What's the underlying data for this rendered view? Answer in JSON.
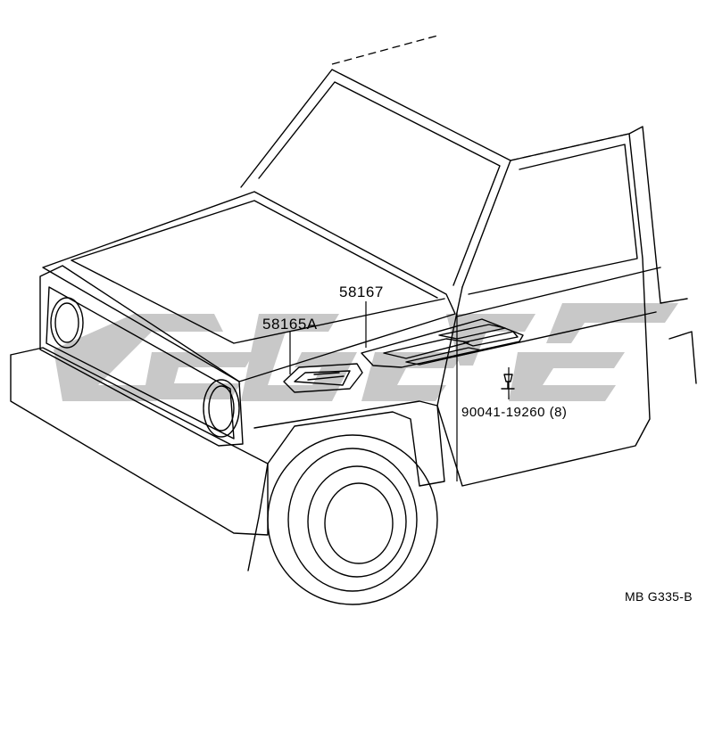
{
  "labels": {
    "part_58167": "58167",
    "part_58165a": "58165A",
    "part_90041": "90041-19260 (8)"
  },
  "diagram_code": "MB G335-B",
  "colors": {
    "line": "#000000",
    "watermark": "#c8c8c8",
    "background": "#ffffff"
  }
}
